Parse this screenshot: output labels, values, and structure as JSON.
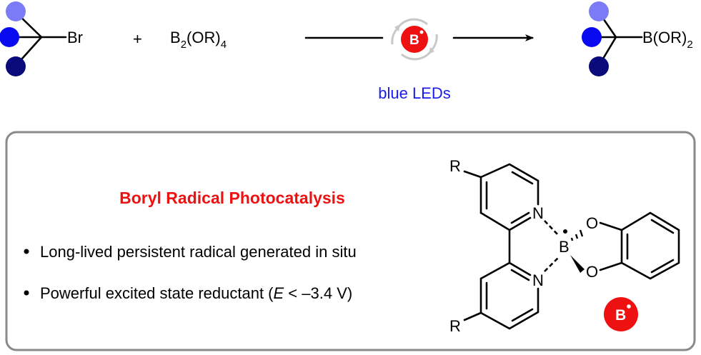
{
  "scheme": {
    "reactant_leaving_group": "Br",
    "plus": "+",
    "reagent": {
      "base": "B",
      "sub1": "2",
      "mid": "(OR)",
      "sub2": "4"
    },
    "catalyst_badge": "B",
    "condition": "blue LEDs",
    "product_group": {
      "base": "B(OR)",
      "sub": "2"
    }
  },
  "panel": {
    "title": "Boryl Radical Photocatalysis",
    "bullets": [
      {
        "text": "Long-lived persistent radical generated in situ"
      },
      {
        "pre": "Powerful excited state reductant (",
        "italic": "E",
        "post": " < –3.4 V)"
      }
    ],
    "structure": {
      "r_top": "R",
      "r_bottom": "R",
      "n_top": "N",
      "n_bottom": "N",
      "boron": "B",
      "o_top": "O",
      "o_bottom": "O",
      "badge": "B"
    }
  },
  "colors": {
    "light_blue": "#7b7bf5",
    "blue": "#0a0af0",
    "dark_blue": "#0a0a7a",
    "red": "#ee1111",
    "condition_blue": "#1a1aee",
    "border": "#8a8a8a"
  }
}
